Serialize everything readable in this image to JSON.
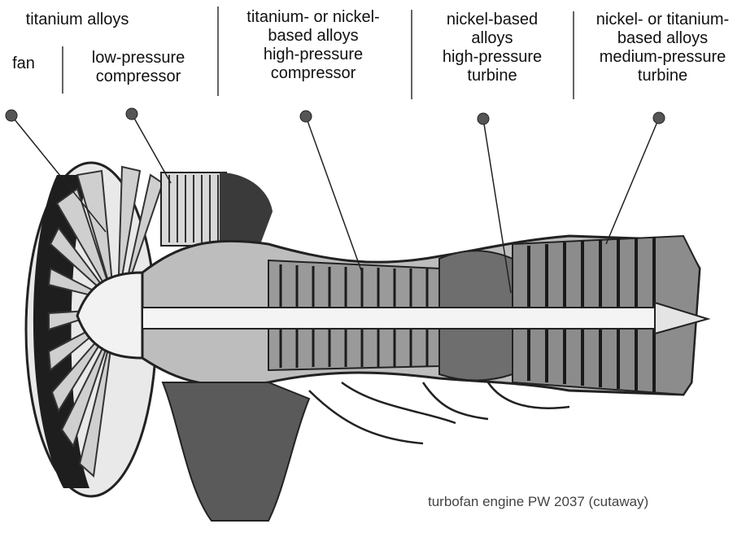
{
  "labels": {
    "titanium": "titanium alloys",
    "fan": "fan",
    "lp_compressor": "low-pressure\ncompressor",
    "hp_compressor": "titanium- or nickel-\nbased alloys\nhigh-pressure\ncompressor",
    "hp_turbine": "nickel-based\nalloys\nhigh-pressure\nturbine",
    "mp_turbine": "nickel- or titanium-\nbased alloys\nmedium-pressure\nturbine"
  },
  "caption": "turbofan engine PW 2037 (cutaway)",
  "colors": {
    "line": "#222222",
    "dot": "#555555",
    "engine_dark": "#2a2a2a",
    "engine_mid": "#8a8a8a",
    "engine_light": "#d6d6d6"
  }
}
